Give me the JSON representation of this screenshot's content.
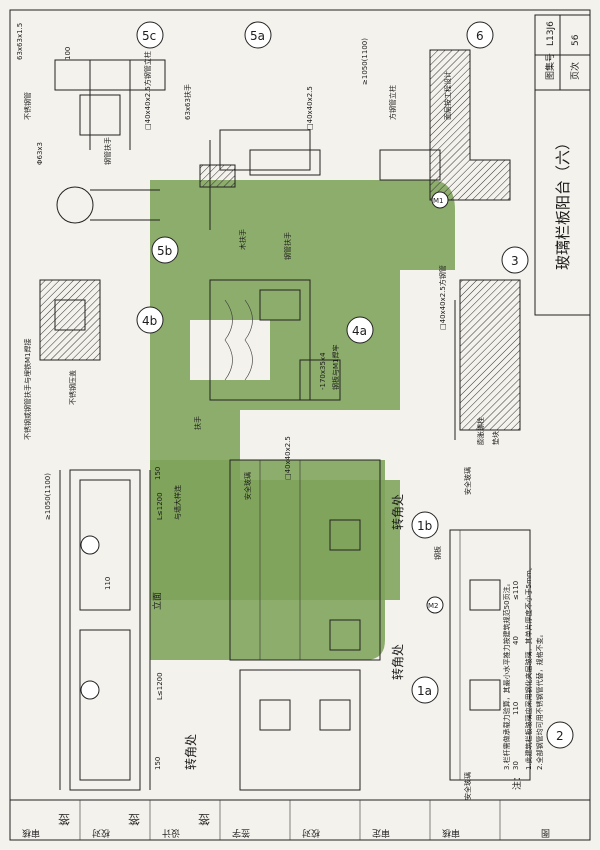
{
  "title_block": {
    "title": "玻璃栏板阳台（六）",
    "atlas_label": "图集号",
    "atlas_no": "L13J6",
    "page_label": "页次",
    "page_no": "56"
  },
  "approval_row": {
    "labels": [
      "审核",
      "校对",
      "设计",
      "签字",
      "校对",
      "审定",
      "审核",
      "图"
    ],
    "signatures": [
      "签",
      "签",
      "签"
    ]
  },
  "notes": {
    "label": "注：",
    "items": [
      "1.此建筑栏板玻璃应采用钢化夹层玻璃，其单片厚度不小于5mm。",
      "2.全部钢管均可用不锈钢管代替，规格不变。",
      "3.栏杆需做承载力验算，其最小水平推力按建筑规范50页注。"
    ]
  },
  "callouts": {
    "c5c": "5c",
    "c5a": "5a",
    "c6": "6",
    "c5b": "5b",
    "c4b": "4b",
    "c4a": "4a",
    "c3": "3",
    "c1b": "1b",
    "c1a": "1a",
    "c2": "2",
    "m1": "M1",
    "m2": "M2"
  },
  "elevation": {
    "label": "立面",
    "left_dim": "L≤1200",
    "right_dim": "L≤1200",
    "height_dim": "≥1050(1100)",
    "wall_text": "与墙大样连",
    "dims": [
      "150",
      "110",
      "150"
    ]
  },
  "section_labels": {
    "corner_1": "转角处",
    "corner_2": "转角处",
    "corner_3": "转角处",
    "handrail": "扶手",
    "glass": "安全玻璃",
    "sqtube": "□40x40x2.5",
    "sqtube_b": "□40x40x2.5方钢管",
    "steel_plate": "钢板",
    "steel_tube": "钢管扶手",
    "dim_63": "63x63x1.5",
    "dim_100": "100",
    "dim_1050": "≥1050(1100)",
    "dim_110": "≤110",
    "dim_40": "40",
    "dim_30": "30",
    "dim_110b": "110",
    "stainless": "不锈钢管",
    "phi": "Φ63x3",
    "pipe_rail": "钢管扶手",
    "post": "□40x40x2.5方钢管立柱",
    "rubber": "-170x35x4",
    "anchor": "钢板与M1焊牢",
    "weld": "不锈钢或钢管扶手与埋铁M1焊接",
    "ss_cap": "不锈钢压盖",
    "floor_finish": "面层按工程设计",
    "bolt": "膨胀螺栓",
    "pad": "垫块",
    "top_rail": "63x63扶手",
    "fence_post": "方钢管立柱",
    "wood_rail": "木扶手"
  }
}
